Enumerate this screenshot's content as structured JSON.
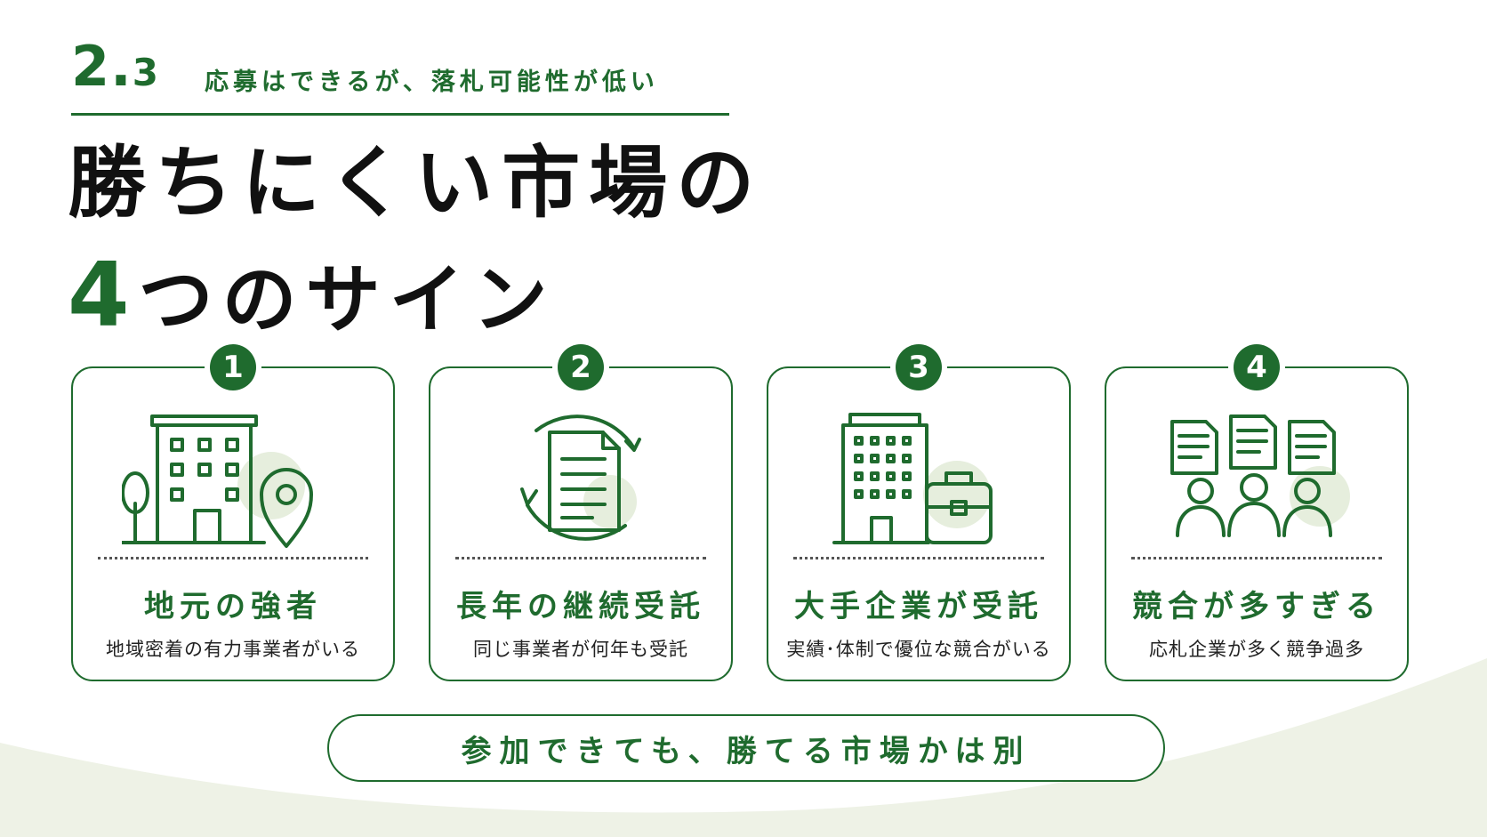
{
  "section": {
    "major": "2.",
    "minor": "3",
    "subtitle": "応募はできるが、落札可能性が低い"
  },
  "title": {
    "line1": "勝ちにくい市場の",
    "line2_num": "4",
    "line2_rest": "つのサイン"
  },
  "cards": [
    {
      "num": "1",
      "title": "地元の強者",
      "desc": "地域密着の有力事業者がいる",
      "icon": "building-location-icon"
    },
    {
      "num": "2",
      "title": "長年の継続受託",
      "desc": "同じ事業者が何年も受託",
      "icon": "document-cycle-icon"
    },
    {
      "num": "3",
      "title": "大手企業が受託",
      "desc": "実績･体制で優位な競合がいる",
      "icon": "office-briefcase-icon"
    },
    {
      "num": "4",
      "title": "競合が多すぎる",
      "desc": "応札企業が多く競争過多",
      "icon": "group-documents-icon"
    }
  ],
  "conclusion": "参加できても、勝てる市場かは別",
  "colors": {
    "accent": "#1f6b2e",
    "soft_green": "#dbe7cf",
    "wave": "#eef2e6"
  }
}
